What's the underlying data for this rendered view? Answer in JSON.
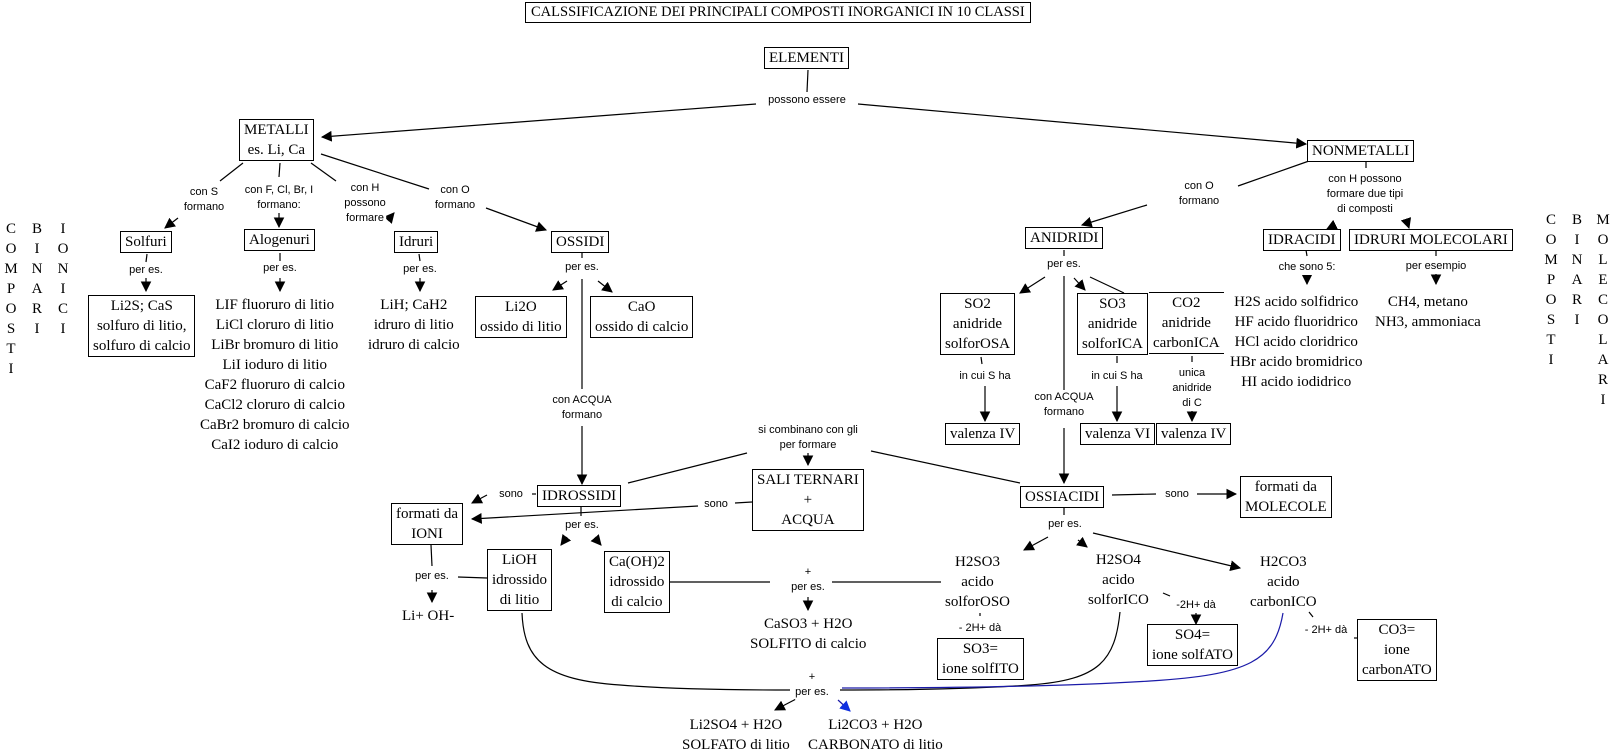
{
  "title": "CALSSIFICAZIONE DEI PRINCIPALI COMPOSTI INORGANICI IN 10 CLASSI",
  "side_labels": {
    "left": [
      "COMPOSTI",
      "BINARI",
      "IONICI"
    ],
    "right": [
      "COMPOSTI",
      "BINARI",
      "MOLECOLARI"
    ]
  },
  "nodes": {
    "elementi": [
      "ELEMENTI"
    ],
    "metalli": [
      "METALLI",
      "es. Li, Ca"
    ],
    "nonmetalli": [
      "NONMETALLI"
    ],
    "solfuri": [
      "Solfuri"
    ],
    "alogenuri": [
      "Alogenuri"
    ],
    "idruri": [
      "Idruri"
    ],
    "ossidi": [
      "OSSIDI"
    ],
    "solfuri_ex": [
      "Li2S; CaS",
      "solfuro di litio,",
      "solfuro di calcio"
    ],
    "alogenuri_ex": [
      "LIF fluoruro di litio",
      "LiCl cloruro di litio",
      "LiBr bromuro di litio",
      "LiI ioduro di litio",
      "CaF2 fluoruro di calcio",
      "CaCl2 cloruro di calcio",
      "CaBr2 bromuro di calcio",
      "CaI2 ioduro di calcio"
    ],
    "idruri_ex": [
      "LiH; CaH2",
      "idruro di litio",
      "idruro di calcio"
    ],
    "li2o": [
      "Li2O",
      "ossido di litio"
    ],
    "cao": [
      "CaO",
      "ossido di calcio"
    ],
    "anidridi": [
      "ANIDRIDI"
    ],
    "idracidi": [
      "IDRACIDI"
    ],
    "idruri_molecolari": [
      "IDRURI MOLECOLARI"
    ],
    "so2": [
      "SO2",
      "anidride",
      "solforOSA"
    ],
    "so3": [
      "SO3",
      "anidride",
      "solforICA"
    ],
    "co2": [
      "CO2",
      "anidride",
      "carbonICA"
    ],
    "idracidi_ex": [
      "H2S acido solfidrico",
      "HF acido fluoridrico",
      "HCl acido cloridrico",
      "HBr acido bromidrico",
      "HI acido iodidrico"
    ],
    "idruri_mol_ex": [
      "CH4, metano",
      "NH3, ammoniaca"
    ],
    "valenza_so2": [
      "valenza IV"
    ],
    "valenza_so3": [
      "valenza VI"
    ],
    "valenza_co2": [
      "valenza IV"
    ],
    "sali_ternari": [
      "SALI TERNARI",
      "+",
      "ACQUA"
    ],
    "idrossidi": [
      "IDROSSIDI"
    ],
    "ossiacidi": [
      "OSSIACIDI"
    ],
    "formati_ioni": [
      "formati da",
      "IONI"
    ],
    "formati_molecole": [
      "formati da",
      "MOLECOLE"
    ],
    "lioh": [
      "LiOH",
      "idrossido",
      "di litio"
    ],
    "caoh2": [
      "Ca(OH)2",
      "idrossido",
      "di calcio"
    ],
    "li_oh_ions": [
      "Li+ OH-"
    ],
    "caso3": [
      "CaSO3 + H2O",
      "SOLFITO di calcio"
    ],
    "h2so3": [
      "H2SO3",
      "acido",
      "solforOSO"
    ],
    "h2so4": [
      "H2SO4",
      "acido",
      "solforICO"
    ],
    "h2co3": [
      "H2CO3",
      "acido",
      "carbonICO"
    ],
    "so3_ion": [
      "SO3=",
      "ione solfITO"
    ],
    "so4_ion": [
      "SO4=",
      "ione solfATO"
    ],
    "co3_ion": [
      "CO3=",
      "ione",
      "carbonATO"
    ],
    "li2so4": [
      "Li2SO4 + H2O",
      "SOLFATO di litio"
    ],
    "li2co3": [
      "Li2CO3 + H2O",
      "CARBONATO di litio"
    ]
  },
  "link_labels": {
    "possono_essere": [
      "possono essere"
    ],
    "con_s": [
      "con S",
      "formano"
    ],
    "con_alog": [
      "con F, Cl, Br, I",
      "formano:"
    ],
    "con_h_met": [
      "con H",
      "possono",
      "formare"
    ],
    "con_o_met": [
      "con  O",
      "formano"
    ],
    "con_o_nonmet": [
      "con  O",
      "formano"
    ],
    "con_h_nonmet": [
      "con H possono",
      "formare due tipi",
      "di composti"
    ],
    "solfuri_peres": [
      "per es."
    ],
    "alog_peres": [
      "per es."
    ],
    "idruri_peres": [
      "per es."
    ],
    "ossidi_peres": [
      "per es."
    ],
    "ossidi_acqua": [
      "con ACQUA",
      "formano"
    ],
    "anidridi_peres": [
      "per es."
    ],
    "anidridi_acqua": [
      "con ACQUA",
      "formano"
    ],
    "idracidi_5": [
      "che sono 5:"
    ],
    "idruri_mol_es": [
      "per esempio"
    ],
    "so2_cui": [
      "in cui S ha"
    ],
    "so3_cui": [
      "in cui S ha"
    ],
    "co2_unica": [
      "unica",
      "anidride",
      "di C"
    ],
    "si_combinano": [
      "si combinano con gli",
      "per formare"
    ],
    "idrossidi_sono": [
      "sono"
    ],
    "sali_sono": [
      "sono"
    ],
    "ossiacidi_sono": [
      "sono"
    ],
    "idrossidi_peres": [
      "per es."
    ],
    "ioni_peres": [
      "per es."
    ],
    "ossiacidi_peres": [
      "per es."
    ],
    "plus_peres_1": [
      "+",
      "per es."
    ],
    "plus_peres_2": [
      "+",
      "per es."
    ],
    "h2so3_2h": [
      "- 2H+ dà"
    ],
    "h2so4_2h": [
      "-2H+ dà"
    ],
    "h2co3_2h": [
      "- 2H+ dà"
    ]
  },
  "colors": {
    "line": "#000000",
    "highlight_link": "#1a1aa8",
    "highlight_arrow": "#1030e0"
  }
}
